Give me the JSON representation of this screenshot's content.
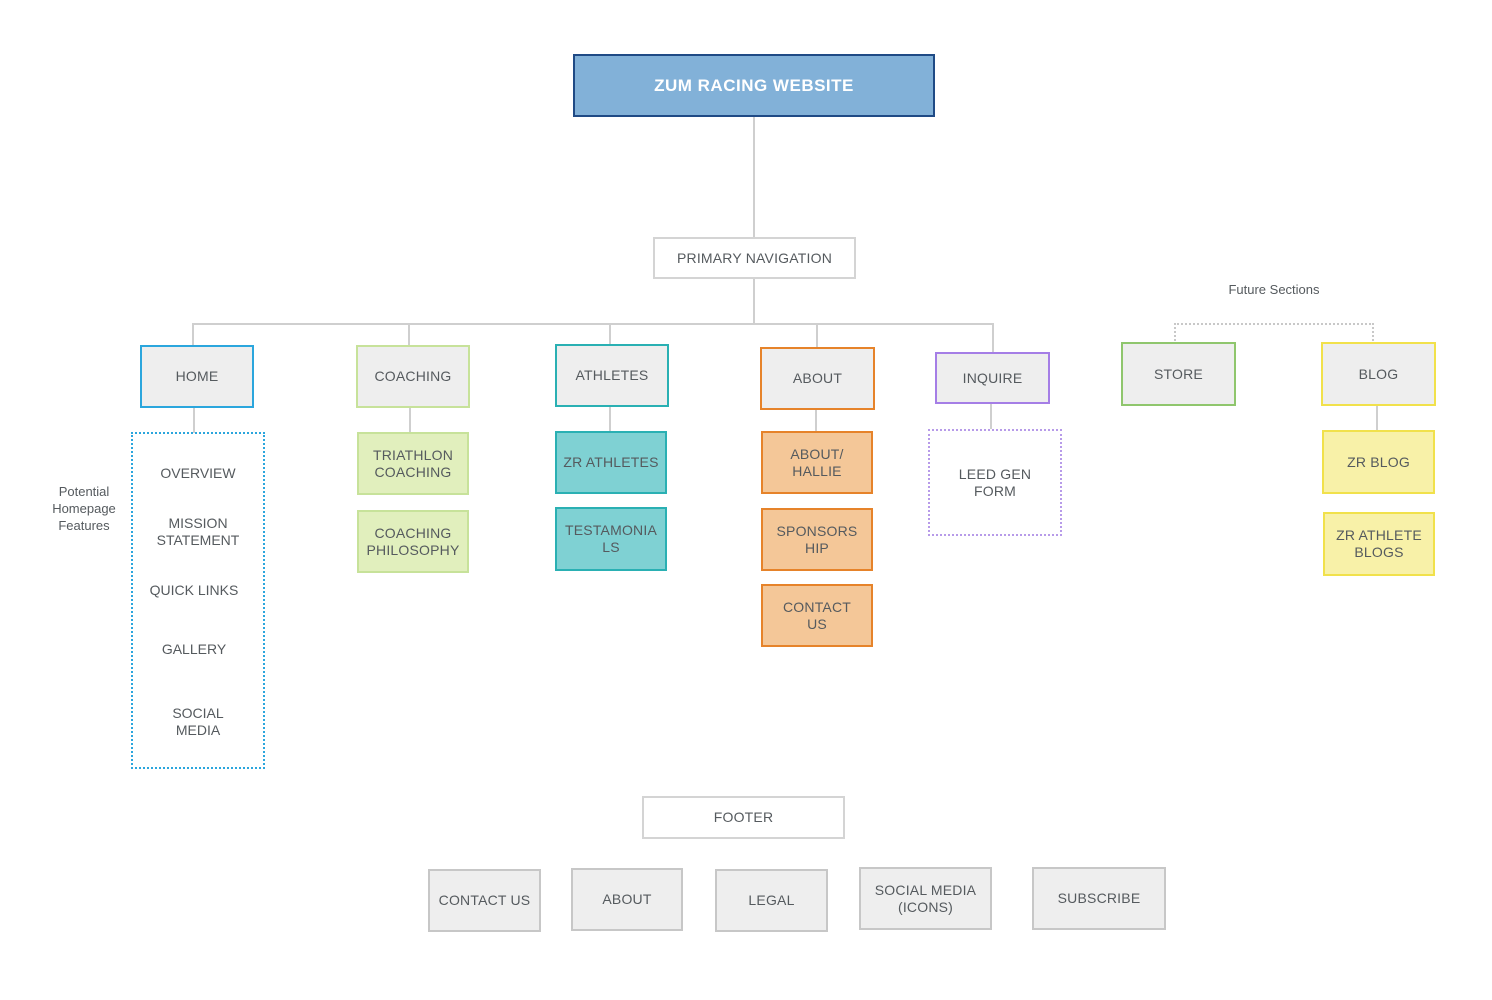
{
  "title": "ZUM RACING WEBSITE",
  "primary_nav": "PRIMARY NAVIGATION",
  "future_label": "Future Sections",
  "home": {
    "label": "HOME",
    "side_note": "Potential\nHomepage\nFeatures",
    "features": [
      "OVERVIEW",
      "MISSION\nSTATEMENT",
      "QUICK LINKS",
      "GALLERY",
      "SOCIAL\nMEDIA"
    ]
  },
  "coaching": {
    "label": "COACHING",
    "items": [
      "TRIATHLON\nCOACHING",
      "COACHING\nPHILOSOPHY"
    ]
  },
  "athletes": {
    "label": "ATHLETES",
    "items": [
      "ZR ATHLETES",
      "TESTAMONIA\nLS"
    ]
  },
  "about": {
    "label": "ABOUT",
    "items": [
      "ABOUT/\nHALLIE",
      "SPONSORS\nHIP",
      "CONTACT\nUS"
    ]
  },
  "inquire": {
    "label": "INQUIRE",
    "items": [
      "LEED GEN\nFORM"
    ]
  },
  "store": {
    "label": "STORE"
  },
  "blog": {
    "label": "BLOG",
    "items": [
      "ZR BLOG",
      "ZR ATHLETE\nBLOGS"
    ]
  },
  "footer": {
    "label": "FOOTER",
    "items": [
      "CONTACT US",
      "ABOUT",
      "LEGAL",
      "SOCIAL MEDIA\n(ICONS)",
      "SUBSCRIBE"
    ]
  },
  "colors": {
    "title_fill": "#82b1d8",
    "title_border": "#1f4a85",
    "home": "#2ba6dd",
    "coaching": "#c7e29a",
    "athletes": "#2ab0b3",
    "about": "#e6832a",
    "inquire": "#a57ee6",
    "store": "#8fc66d",
    "blog": "#f1e14b"
  }
}
